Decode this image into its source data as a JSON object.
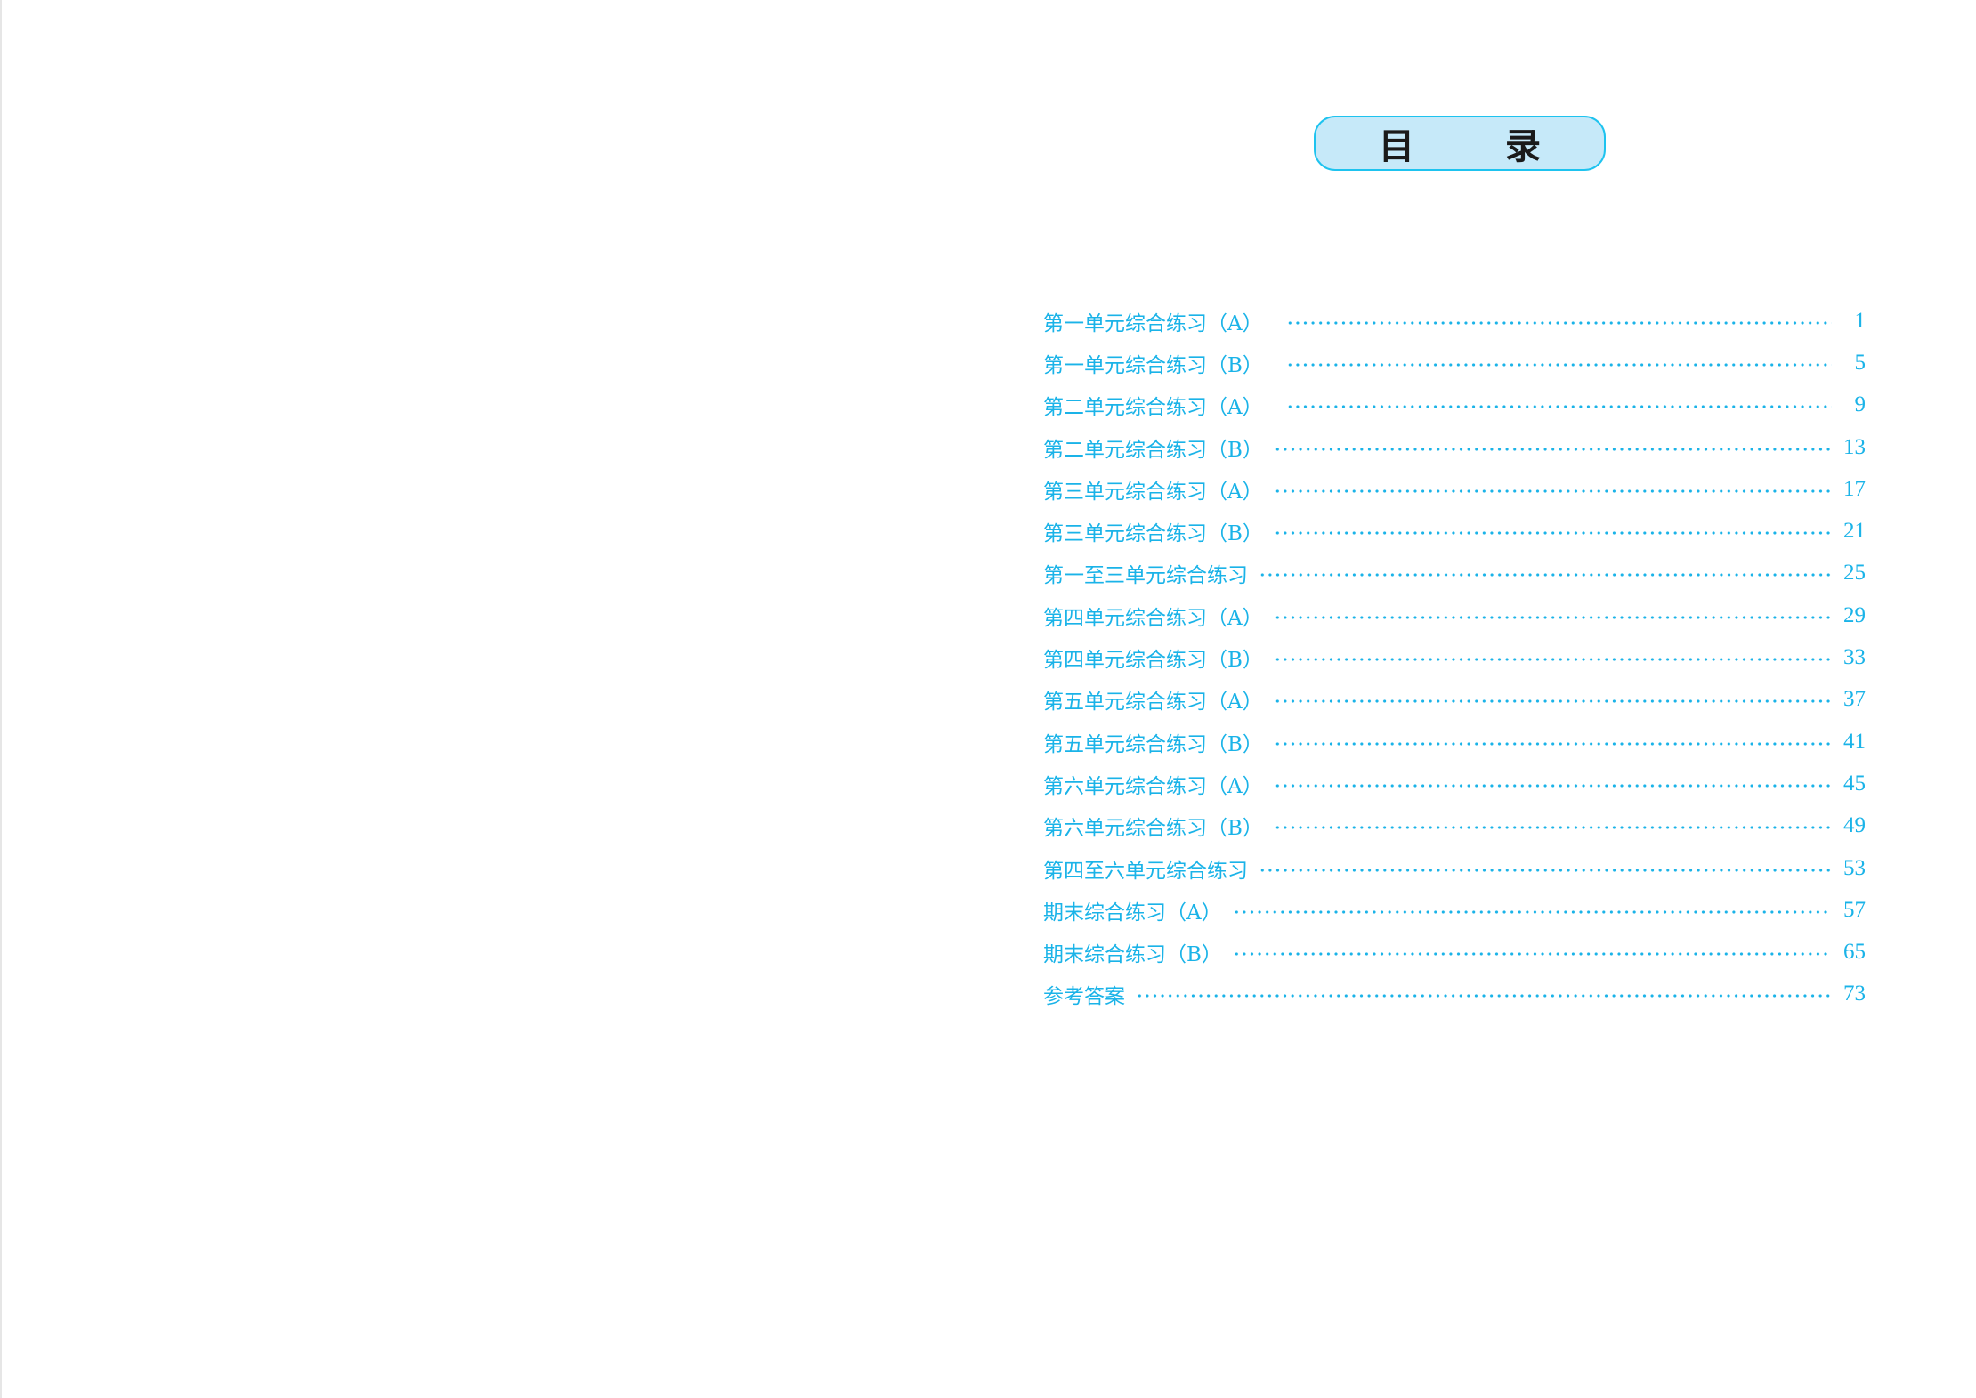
{
  "title": "目 录",
  "toc": [
    {
      "label": "第一单元综合练习（A）",
      "page": "1"
    },
    {
      "label": "第一单元综合练习（B）",
      "page": "5"
    },
    {
      "label": "第二单元综合练习（A）",
      "page": "9"
    },
    {
      "label": "第二单元综合练习（B）",
      "page": "13"
    },
    {
      "label": "第三单元综合练习（A）",
      "page": "17"
    },
    {
      "label": "第三单元综合练习（B）",
      "page": "21"
    },
    {
      "label": "第一至三单元综合练习",
      "page": "25"
    },
    {
      "label": "第四单元综合练习（A）",
      "page": "29"
    },
    {
      "label": "第四单元综合练习（B）",
      "page": "33"
    },
    {
      "label": "第五单元综合练习（A）",
      "page": "37"
    },
    {
      "label": "第五单元综合练习（B）",
      "page": "41"
    },
    {
      "label": "第六单元综合练习（A）",
      "page": "45"
    },
    {
      "label": "第六单元综合练习（B）",
      "page": "49"
    },
    {
      "label": "第四至六单元综合练习",
      "page": "53"
    },
    {
      "label": "期末综合练习（A）",
      "page": "57"
    },
    {
      "label": "期末综合练习（B）",
      "page": "65"
    },
    {
      "label": "参考答案",
      "page": "73"
    }
  ]
}
